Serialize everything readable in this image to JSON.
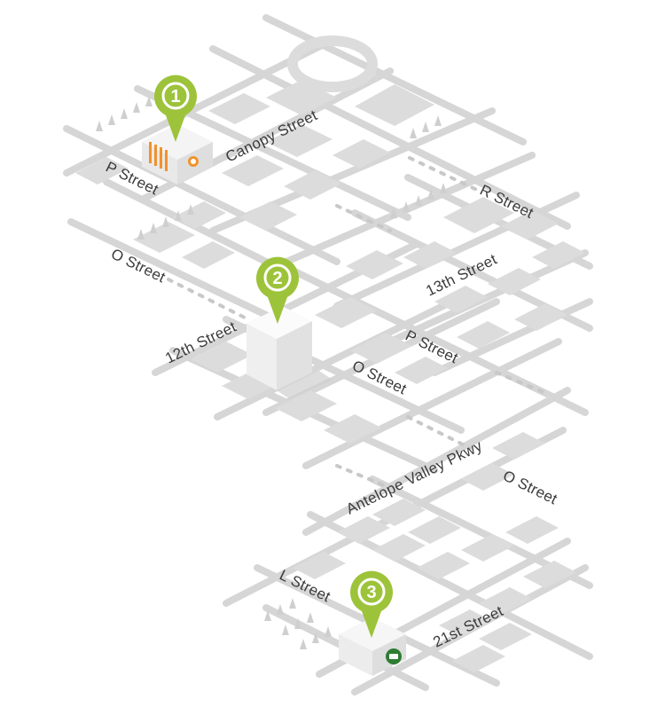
{
  "map": {
    "streets": {
      "canopy": "Canopy Street",
      "p_upper": "P Street",
      "o_upper": "O Street",
      "r_street": "R Street",
      "thirteenth": "13th Street",
      "twelfth": "12th Street",
      "p_middle": "P Street",
      "o_middle": "O Street",
      "antelope": "Antelope Valley Pkwy",
      "o_lower": "O Street",
      "l_street": "L Street",
      "twenty_first": "21st Street"
    },
    "markers": [
      {
        "number": "1"
      },
      {
        "number": "2"
      },
      {
        "number": "3"
      }
    ]
  },
  "colors": {
    "pin": "#9dc33b",
    "road": "#d6d6d6",
    "block": "#dcdcdc",
    "label": "#3a3a3a",
    "accent_orange": "#f0932b",
    "phone_green": "#2e7d32"
  },
  "icons": [
    "map-pin-icon",
    "building-icon",
    "tree-icon",
    "phone-icon",
    "roundabout-icon"
  ]
}
